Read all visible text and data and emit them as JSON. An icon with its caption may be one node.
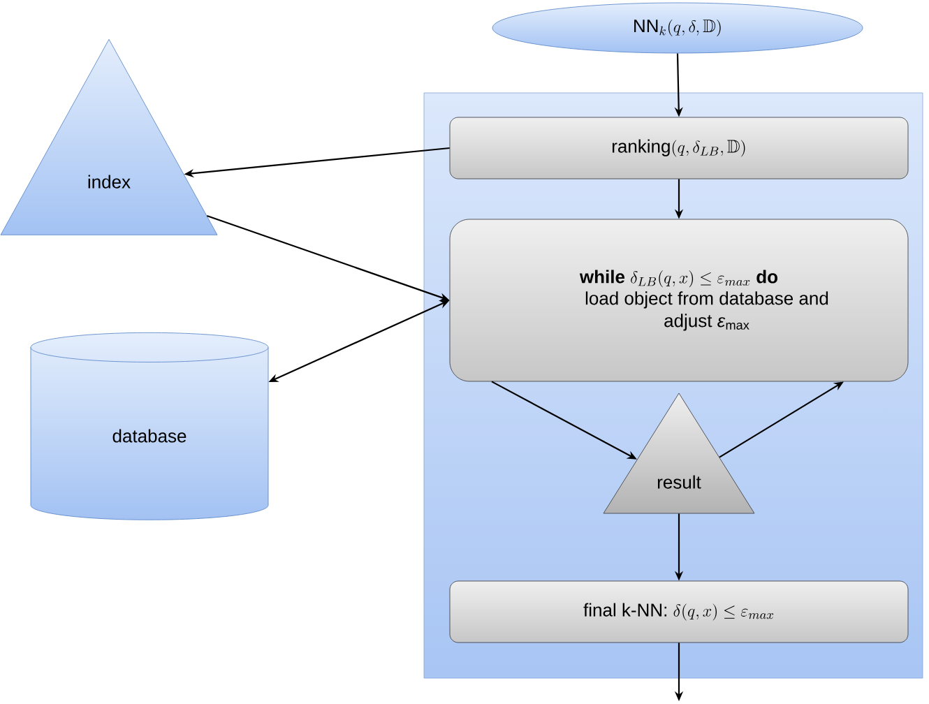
{
  "diagram": {
    "nodes": [
      {
        "text": [
          "\\mathrm{NN}_k(q,\\delta,\\mathbb{D})"
        ]
      },
      {
        "text": [],
        "shape": "box"
      },
      {
        "text": [
          "\\mathrm{ranking}(q,\\delta_{LB},\\mathbb{D})"
        ],
        "in": 1
      },
      {
        "text": [
          "index"
        ]
      },
      {
        "text": [
          "\\textbf{while}\\ \\delta_{LB}(q,x)\\le\\varepsilon_{max}\\ \\textbf{do}",
          "load object from database and adjust *ε*$_{max}$"
        ],
        "in": 1
      },
      {
        "text": [
          "database"
        ]
      },
      {
        "text": [
          "result"
        ],
        "in": 1
      },
      {
        "text": [
          "\\text{final k-NN: }\\delta(q,x)\\le\\varepsilon_{max}"
        ],
        "in": 1
      }
    ],
    "edges": [
      {
        "from": 0,
        "to": 2,
        "arrow": "to"
      },
      {
        "from": 2,
        "to": 3,
        "arrow": "to"
      },
      {
        "from": 2,
        "to": 4,
        "arrow": "to"
      },
      {
        "from": 3,
        "to": 4,
        "arrow": "to"
      },
      {
        "from": 4,
        "to": 5,
        "arrow": "both"
      },
      {
        "from": 4,
        "to": 6,
        "arrow": "to"
      },
      {
        "from": 6,
        "to": 4,
        "arrow": "to"
      },
      {
        "from": 6,
        "to": 7,
        "arrow": "to"
      },
      {
        "from": 7,
        "to": null,
        "arrow": "to"
      }
    ]
  }
}
